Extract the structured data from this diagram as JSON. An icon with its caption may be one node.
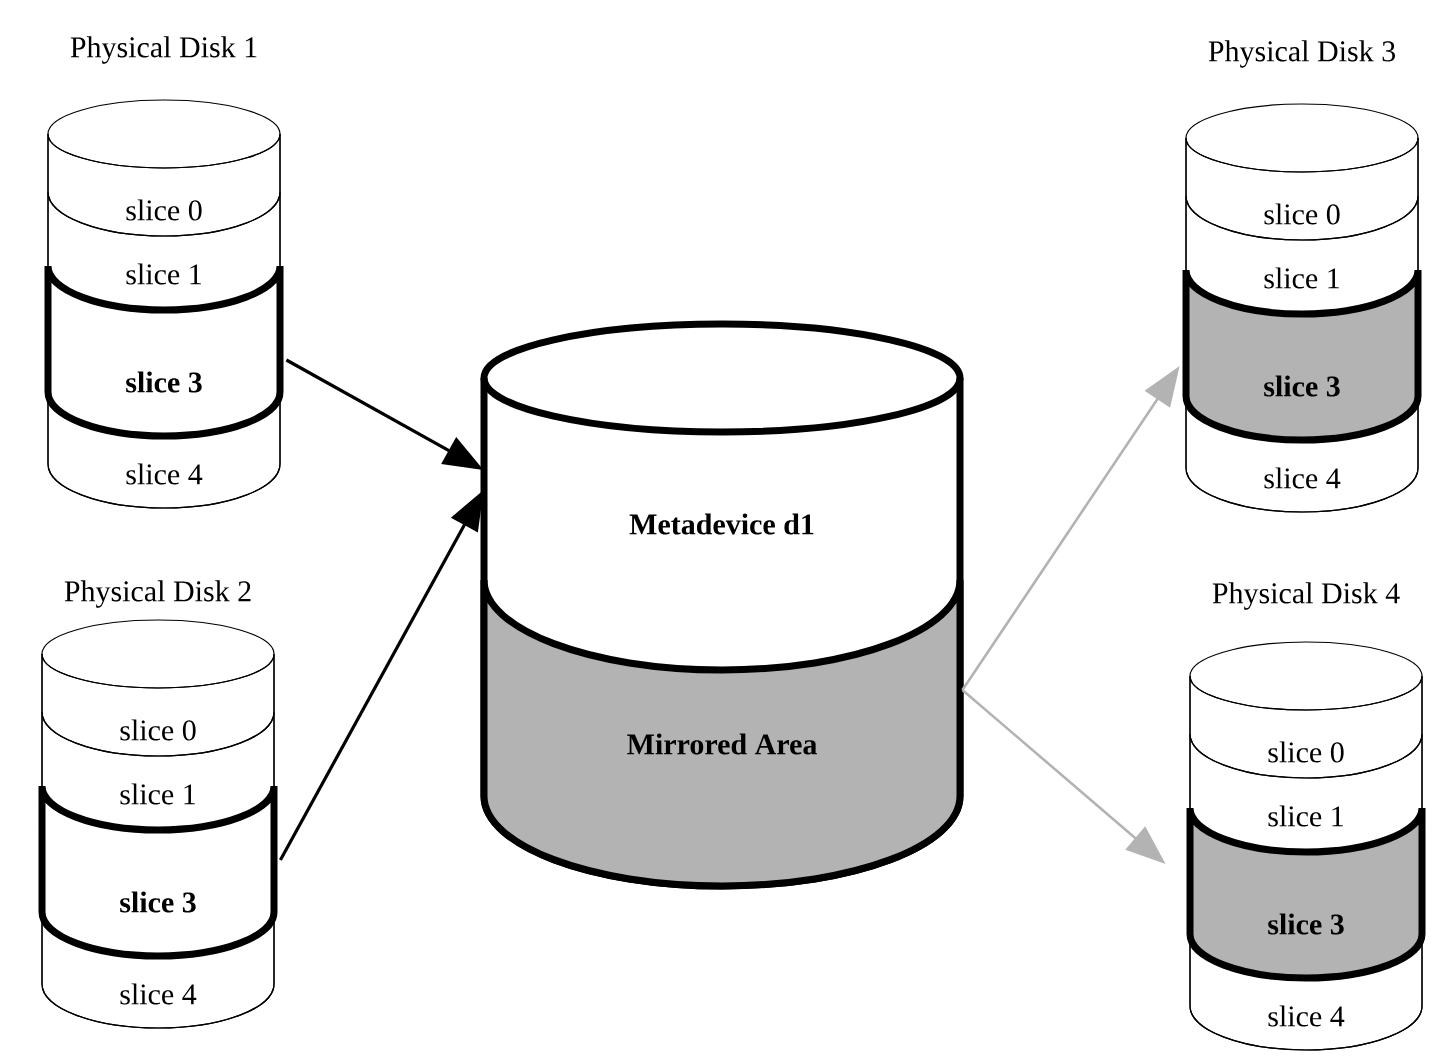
{
  "diagram": {
    "nodes": [
      {
        "text": [
          "Physical Disk 1"
        ]
      },
      {
        "text": [
          "slice 0"
        ],
        "in": 0
      },
      {
        "text": [
          "slice 1"
        ],
        "in": 0
      },
      {
        "text": [
          "slice 3"
        ],
        "in": 0
      },
      {
        "text": [
          "slice 4"
        ],
        "in": 0
      },
      {
        "text": [
          "Physical Disk 2"
        ]
      },
      {
        "text": [
          "slice 0"
        ],
        "in": 5
      },
      {
        "text": [
          "slice 1"
        ],
        "in": 5
      },
      {
        "text": [
          "slice 3"
        ],
        "in": 5
      },
      {
        "text": [
          "slice 4"
        ],
        "in": 5
      },
      {
        "text": [
          "Metadevice d1"
        ]
      },
      {
        "text": [
          "Mirrored Area"
        ],
        "in": 10
      },
      {
        "text": [
          "Physical Disk 3"
        ]
      },
      {
        "text": [
          "slice 0"
        ],
        "in": 12
      },
      {
        "text": [
          "slice 1"
        ],
        "in": 12
      },
      {
        "text": [
          "slice 3"
        ],
        "in": 12
      },
      {
        "text": [
          "slice 4"
        ],
        "in": 12
      },
      {
        "text": [
          "Physical Disk 4"
        ]
      },
      {
        "text": [
          "slice 0"
        ],
        "in": 17
      },
      {
        "text": [
          "slice 1"
        ],
        "in": 17
      },
      {
        "text": [
          "slice 3"
        ],
        "in": 17
      },
      {
        "text": [
          "slice 4"
        ],
        "in": 17
      }
    ],
    "edges": [
      {
        "from": 3,
        "to": 10,
        "arrow": "to"
      },
      {
        "from": 8,
        "to": 10,
        "arrow": "to"
      },
      {
        "from": 11,
        "to": 15,
        "arrow": "to",
        "color": "#b3b3b3"
      },
      {
        "from": 11,
        "to": 20,
        "arrow": "to",
        "color": "#b3b3b3"
      }
    ]
  }
}
